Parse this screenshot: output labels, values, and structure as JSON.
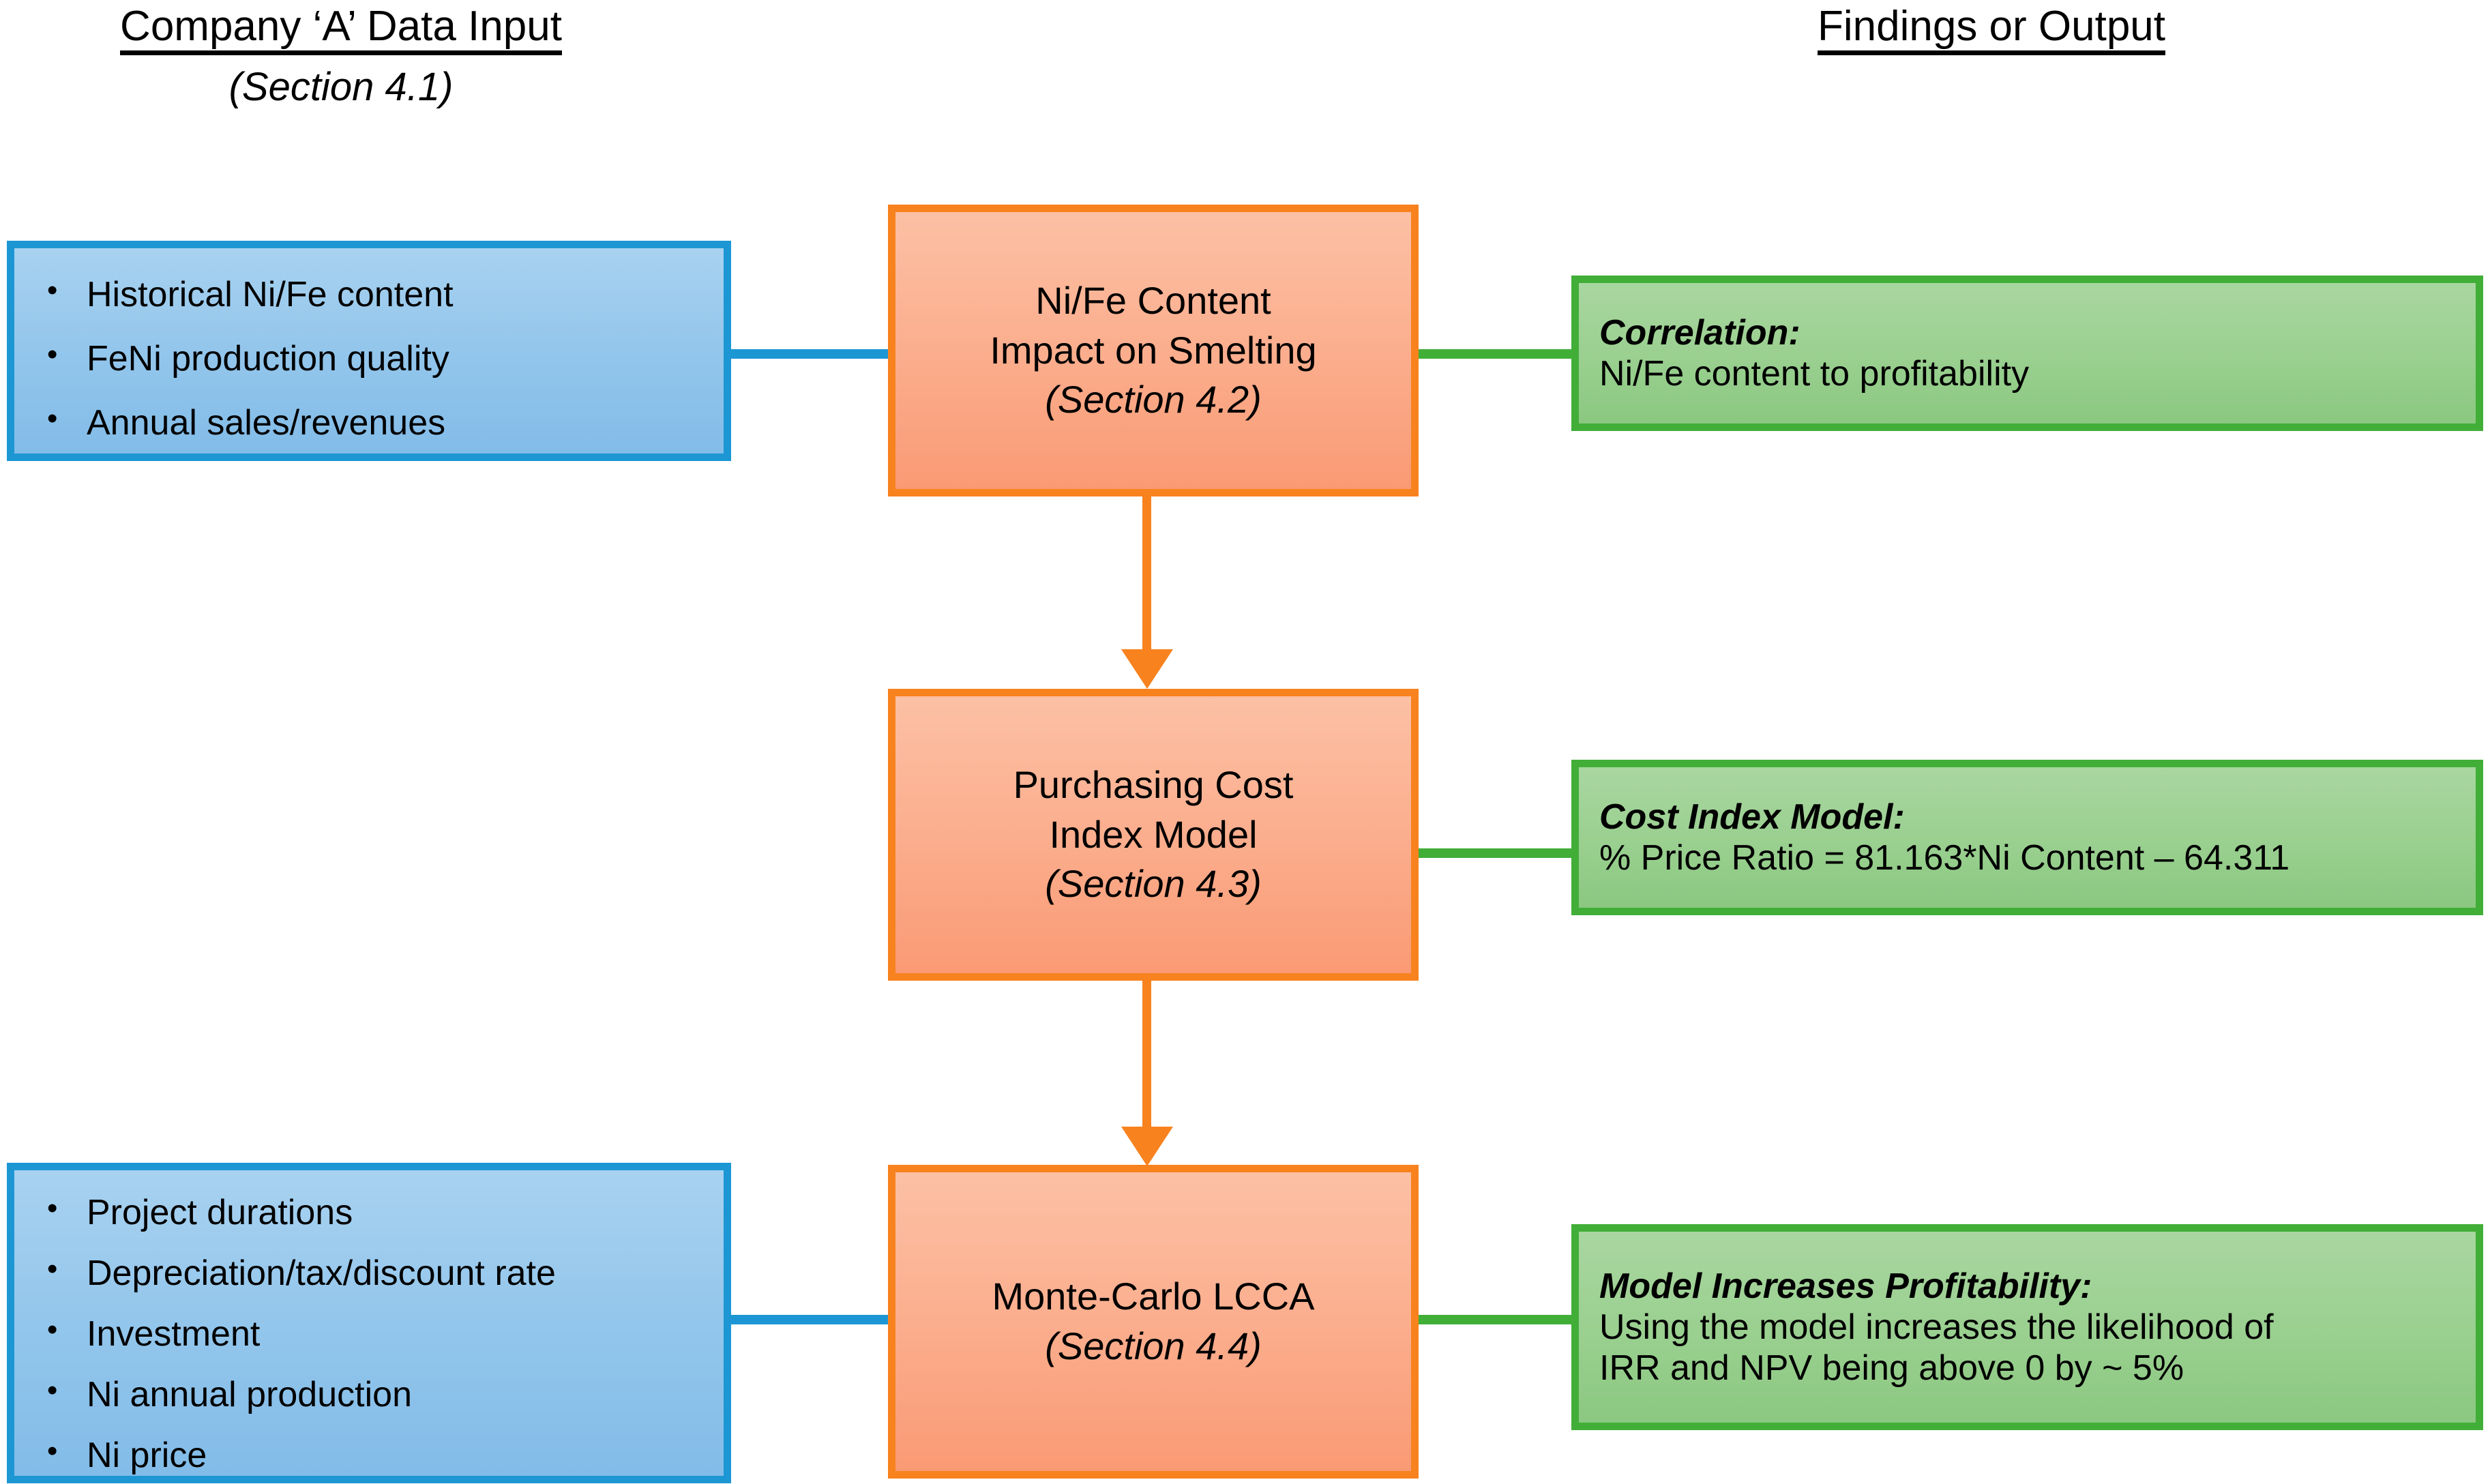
{
  "headers": {
    "left": {
      "title": "Company ‘A’ Data Input",
      "subtitle": "(Section 4.1)"
    },
    "right": {
      "title": "Findings or Output",
      "subtitle": ""
    }
  },
  "colors": {
    "blue_border": "#1C97D4",
    "blue_fill": "#95C7EC",
    "orange_border": "#F8821E",
    "orange_fill": "#FBAE8E",
    "green_border": "#41AE38",
    "green_fill": "#9BD091",
    "text": "#000000"
  },
  "inputs": [
    {
      "id": "input-1",
      "bullets": [
        "Historical Ni/Fe content",
        "FeNi production quality",
        "Annual sales/revenues"
      ]
    },
    {
      "id": "input-2",
      "bullets": [
        "Project durations",
        "Depreciation/tax/discount rate",
        "Investment",
        "Ni annual production",
        "Ni price"
      ]
    }
  ],
  "processes": [
    {
      "id": "process-1",
      "lines": [
        "Ni/Fe Content",
        "Impact on Smelting"
      ],
      "section": "(Section 4.2)"
    },
    {
      "id": "process-2",
      "lines": [
        "Purchasing Cost",
        "Index Model"
      ],
      "section": "(Section 4.3)"
    },
    {
      "id": "process-3",
      "lines": [
        "Monte-Carlo LCCA"
      ],
      "section": "(Section 4.4)"
    }
  ],
  "findings": [
    {
      "id": "finding-1",
      "heading": "Correlation:",
      "body": [
        "Ni/Fe content to profitability"
      ]
    },
    {
      "id": "finding-2",
      "heading": "Cost Index Model:",
      "body": [
        "% Price Ratio = 81.163*Ni Content – 64.311"
      ]
    },
    {
      "id": "finding-3",
      "heading": "Model Increases Profitability:",
      "body": [
        "Using the model increases the likelihood of",
        "IRR and NPV being above 0 by ~ 5%"
      ]
    }
  ]
}
